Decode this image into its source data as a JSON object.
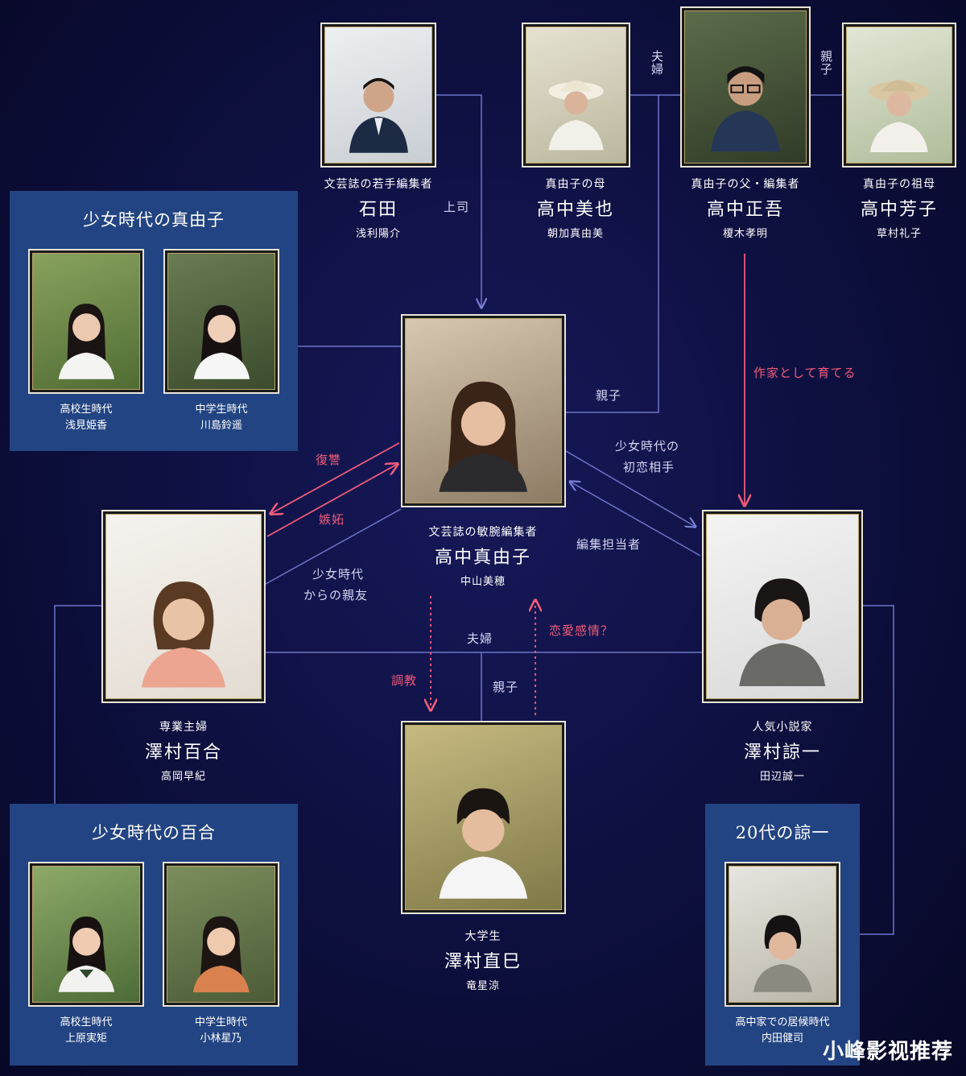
{
  "colors": {
    "background": "#0d0f3e",
    "box": "#234482",
    "line_blue": "#6d74c8",
    "line_pink": "#ee5b7a",
    "frame": "#e8e4d8"
  },
  "top": {
    "ishida": {
      "role": "文芸誌の若手編集者",
      "name": "石田",
      "actor": "浅利陽介"
    },
    "miya": {
      "role": "真由子の母",
      "name": "高中美也",
      "actor": "朝加真由美"
    },
    "shogo": {
      "role": "真由子の父・編集者",
      "name": "高中正吾",
      "actor": "榎木孝明"
    },
    "yoshiko": {
      "role": "真由子の祖母",
      "name": "高中芳子",
      "actor": "草村礼子"
    }
  },
  "center": {
    "role": "文芸誌の敏腕編集者",
    "name": "高中真由子",
    "actor": "中山美穂"
  },
  "yuri": {
    "role": "専業主婦",
    "name": "澤村百合",
    "actor": "高岡早紀"
  },
  "ryoichi": {
    "role": "人気小説家",
    "name": "澤村諒一",
    "actor": "田辺誠一"
  },
  "naomi": {
    "role": "大学生",
    "name": "澤村直巳",
    "actor": "竜星涼"
  },
  "box_mayuko": {
    "title": "少女時代の真由子",
    "p1": {
      "period": "高校生時代",
      "actor": "浅見姫香"
    },
    "p2": {
      "period": "中学生時代",
      "actor": "川島鈴遥"
    }
  },
  "box_yuri": {
    "title": "少女時代の百合",
    "p1": {
      "period": "高校生時代",
      "actor": "上原実矩"
    },
    "p2": {
      "period": "中学生時代",
      "actor": "小林星乃"
    }
  },
  "box_ryoichi": {
    "title": "20代の諒一",
    "p1": {
      "period": "高中家での居候時代",
      "actor": "内田健司"
    }
  },
  "relations": {
    "fuufu_top": "夫婦",
    "oyako_top": "親子",
    "joushi": "上司",
    "oyako_center": "親子",
    "sakka": "作家として育てる",
    "hatsukoi_1": "少女時代の",
    "hatsukoi_2": "初恋相手",
    "henshu": "編集担当者",
    "fukushu": "復讐",
    "shitto": "嫉妬",
    "shinyu_1": "少女時代",
    "shinyu_2": "からの親友",
    "renai": "恋愛感情？",
    "fuufu_bottom": "夫婦",
    "choukyou": "調教",
    "oyako_bottom": "親子"
  },
  "watermark": "小峰影视推荐"
}
